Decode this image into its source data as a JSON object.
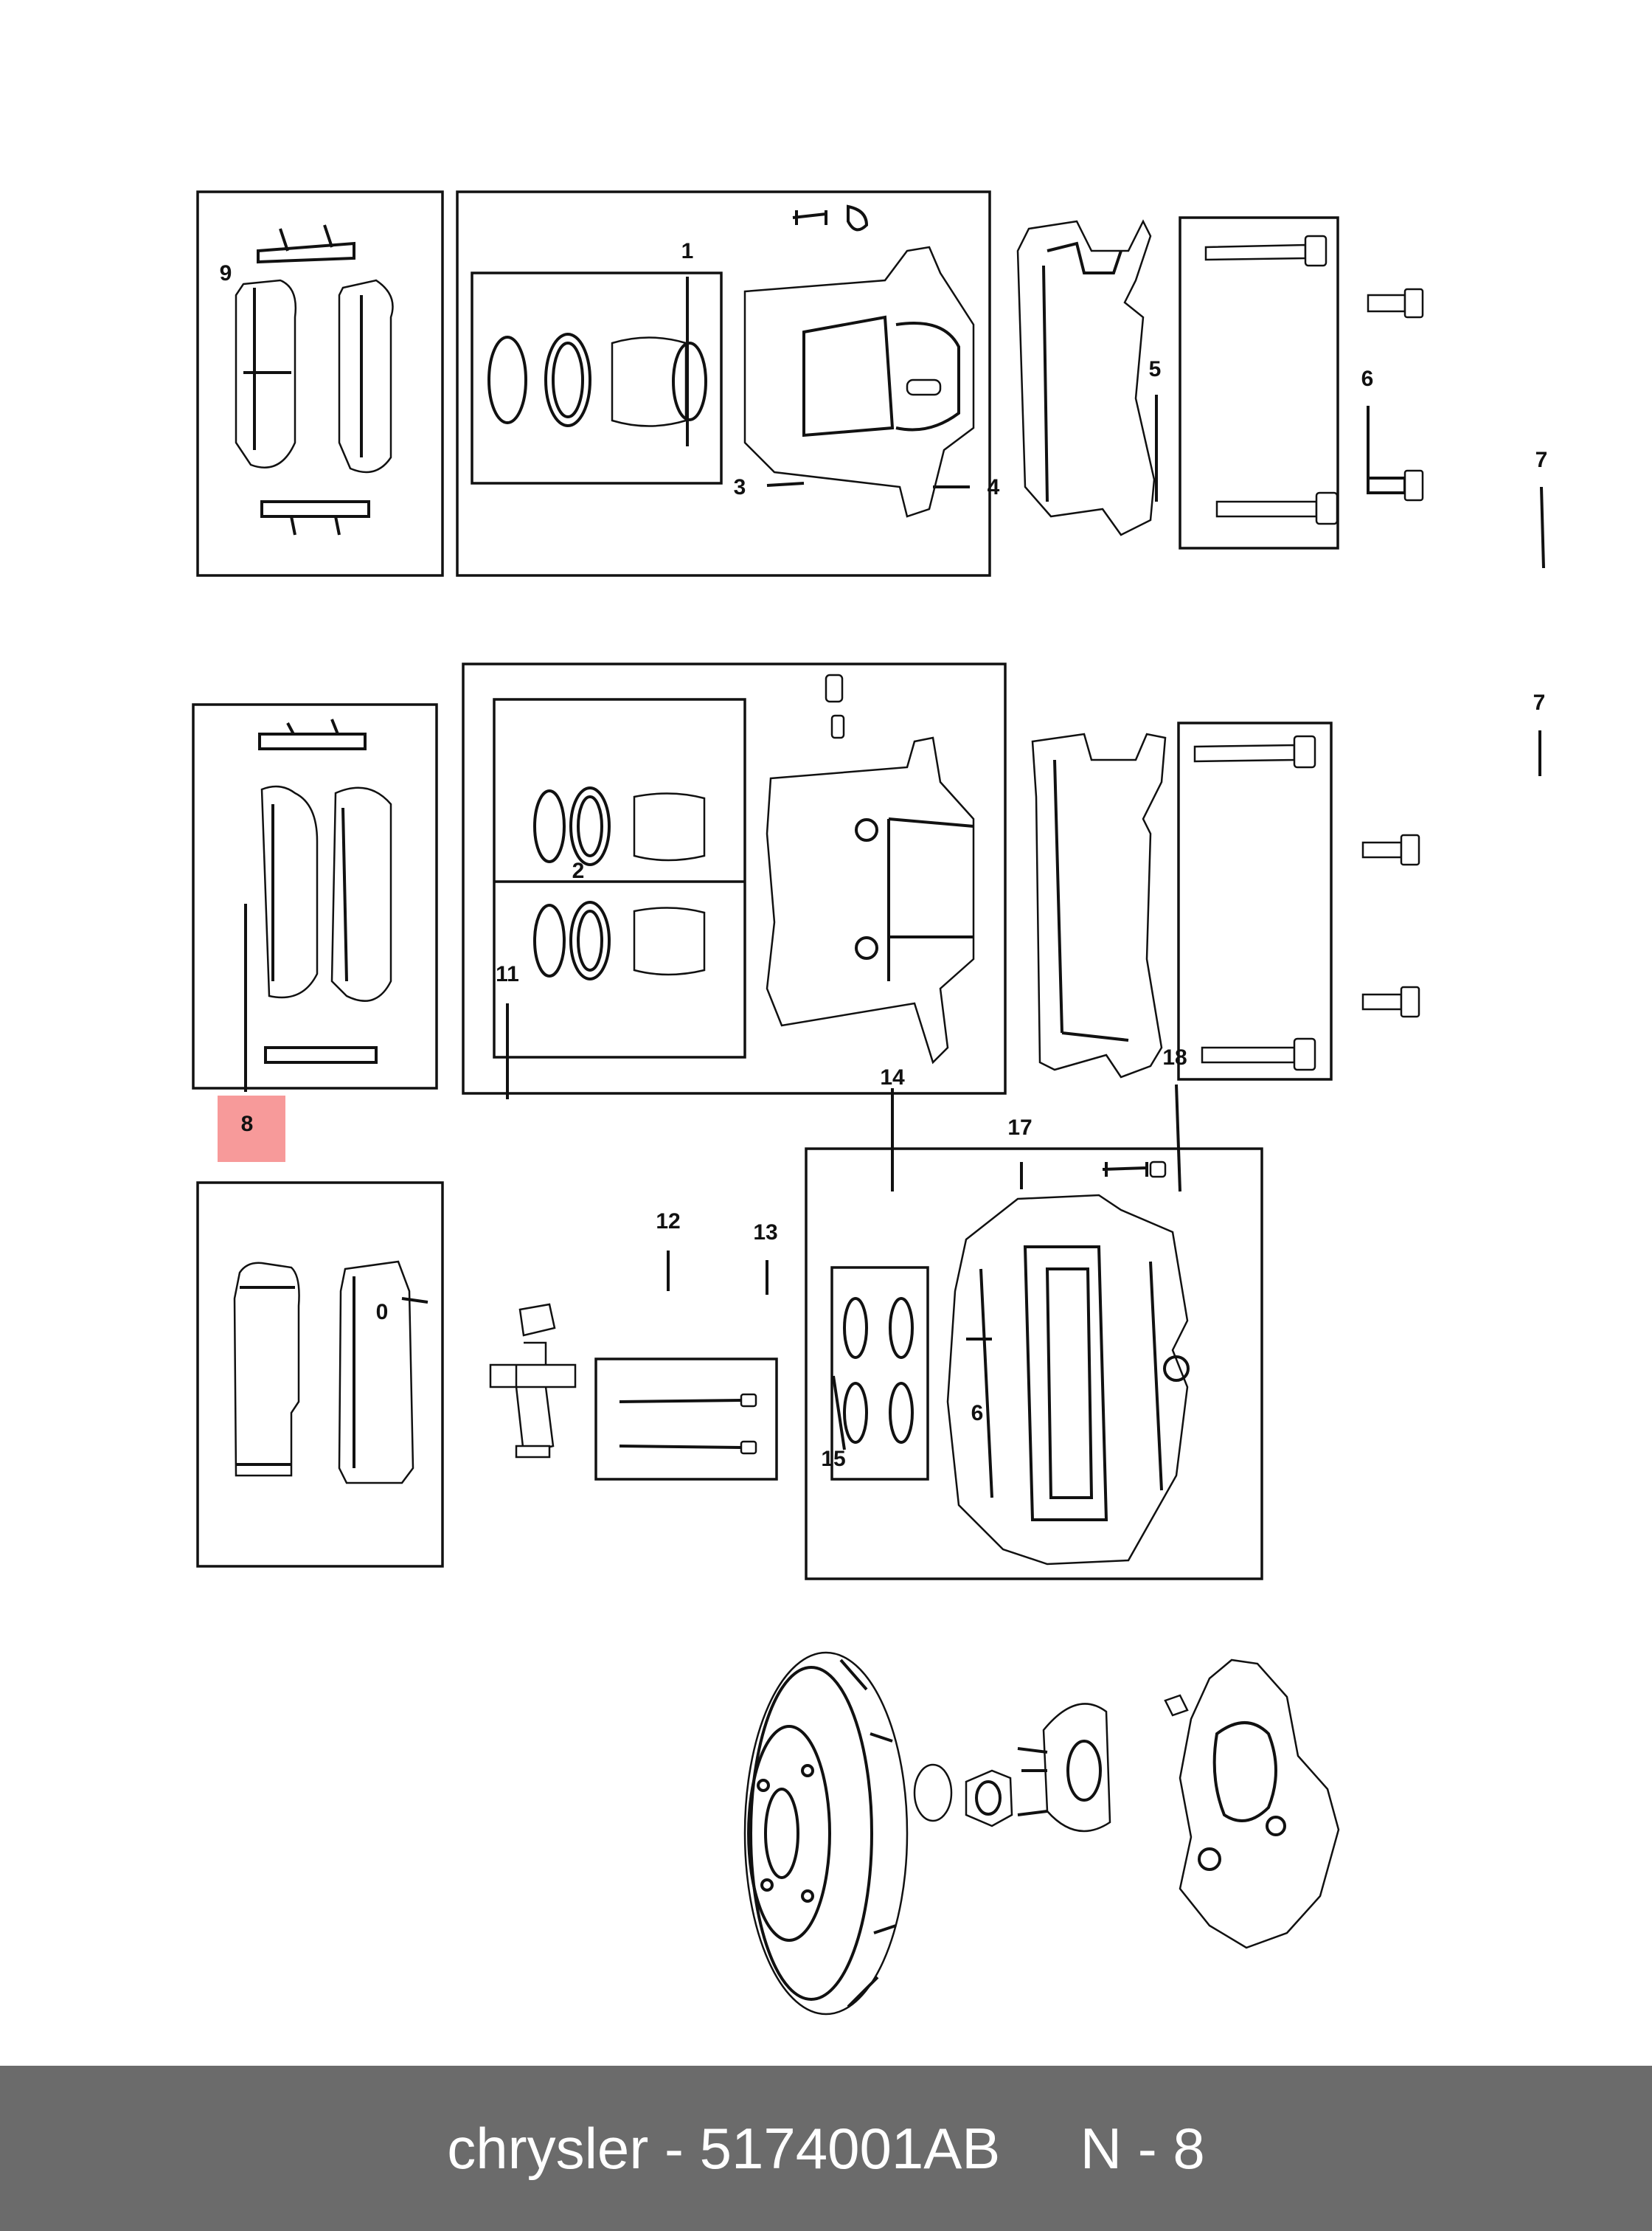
{
  "callouts": {
    "c1": "1",
    "c2": "2",
    "c3": "3",
    "c4": "4",
    "c5": "5",
    "c6": "6",
    "c7a": "7",
    "c7b": "7",
    "c8": "8",
    "c9": "9",
    "c10": "0",
    "c11": "11",
    "c12": "12",
    "c13": "13",
    "c14": "14",
    "c15": "15",
    "c16": "6",
    "c17": "17",
    "c18": "18"
  },
  "highlight_color": "#f79a9a",
  "footer": {
    "brand": "chrysler",
    "separator": " - ",
    "part_number": "5174001AB",
    "gap": "     ",
    "page": "N - 8"
  }
}
